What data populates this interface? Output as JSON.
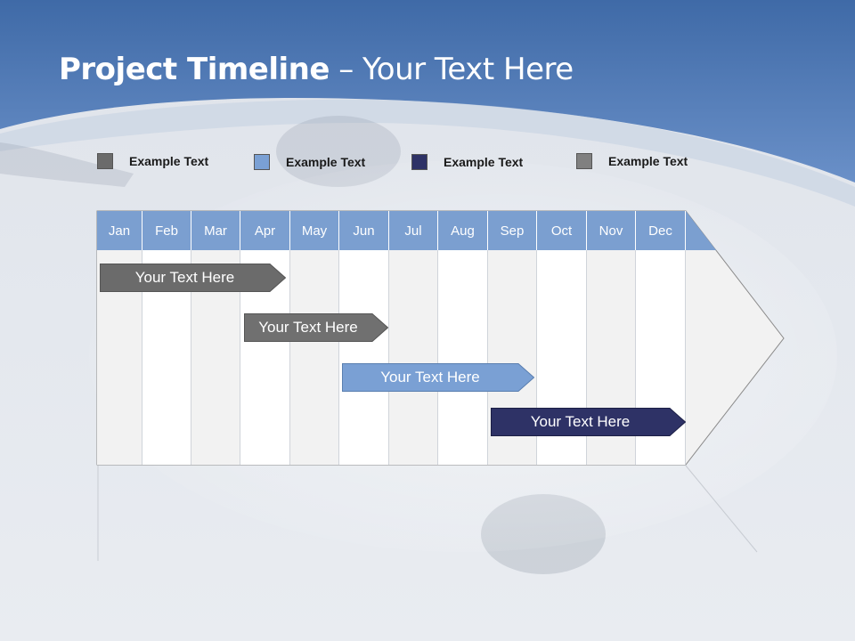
{
  "slide": {
    "title_bold": "Project Timeline",
    "title_rest": " – Your Text Here"
  },
  "legend": [
    {
      "label": "Example Text",
      "color": "#6b6b6b"
    },
    {
      "label": "Example Text",
      "color": "#7aa0d4"
    },
    {
      "label": "Example Text",
      "color": "#2e3266"
    },
    {
      "label": "Example Text",
      "color": "#808080"
    }
  ],
  "months": [
    "Jan",
    "Feb",
    "Mar",
    "Apr",
    "May",
    "Jun",
    "Jul",
    "Aug",
    "Sep",
    "Oct",
    "Nov",
    "Dec"
  ],
  "tasks": [
    {
      "label": "Your  Text Here",
      "color": "#6b6b6b"
    },
    {
      "label": "Your  Text Here",
      "color": "#707070"
    },
    {
      "label": "Your  Text Here",
      "color": "#7aa0d4"
    },
    {
      "label": "Your  Text Here",
      "color": "#2e3266"
    }
  ],
  "colors": {
    "header_blue": "#4f7ab8",
    "month_header": "#7b9fd0"
  }
}
